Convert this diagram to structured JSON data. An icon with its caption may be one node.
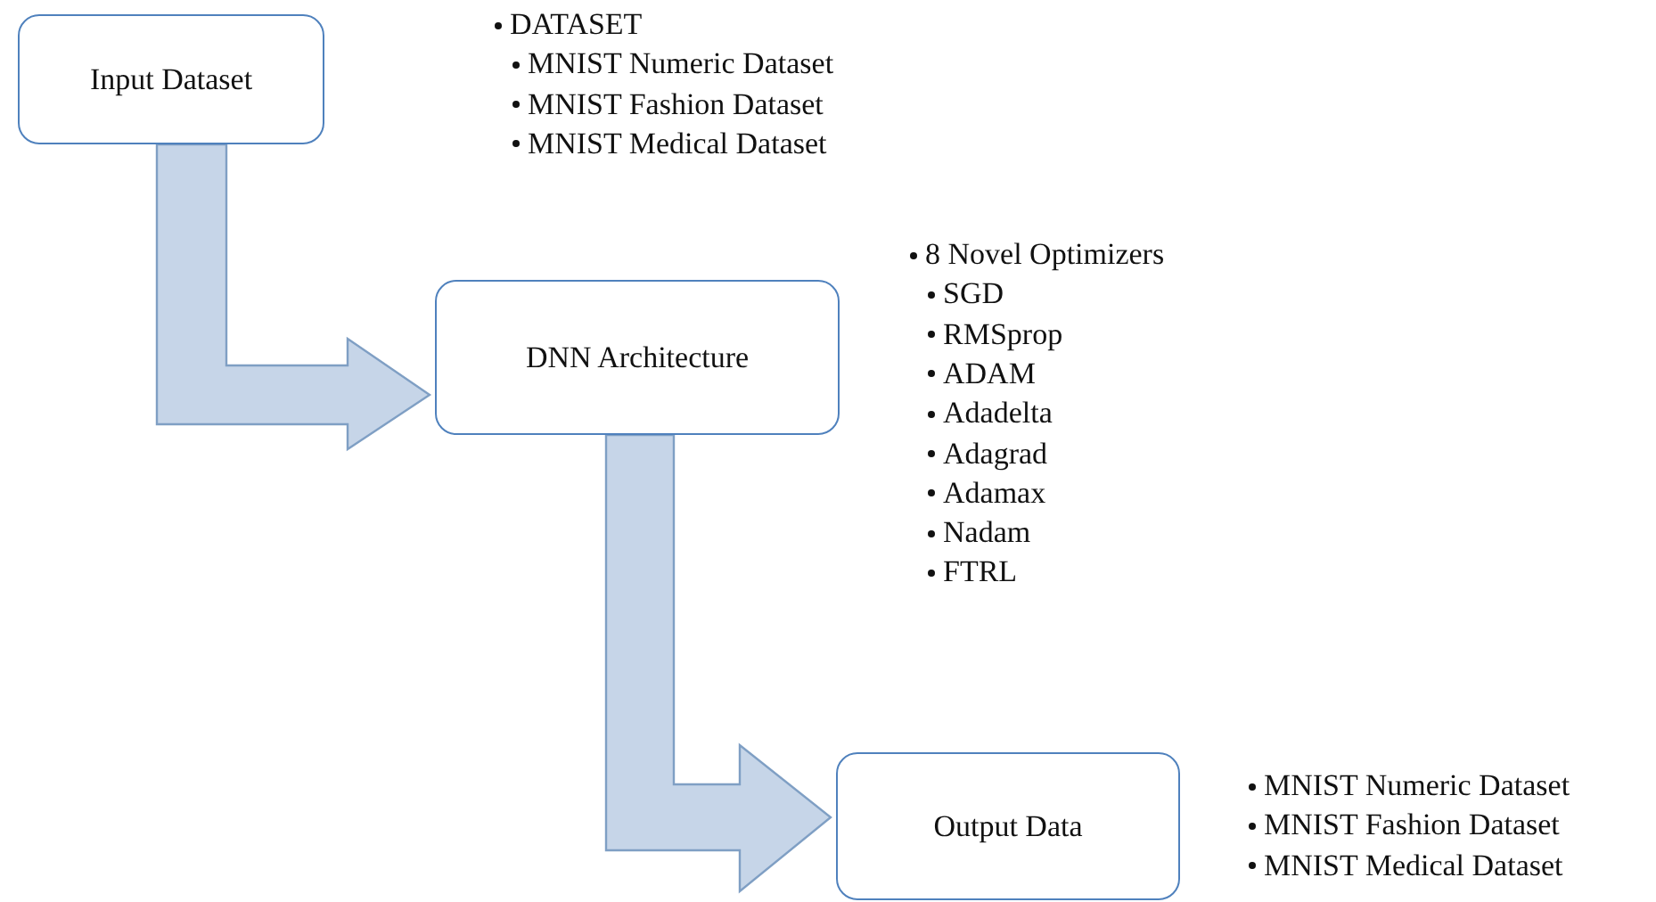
{
  "diagram": {
    "nodes": [
      {
        "text": [
          "Input Dataset"
        ],
        "beside": [
          "DATASET",
          "MNIST Numeric Dataset",
          "MNIST Fashion Dataset",
          "MNIST Medical Dataset"
        ]
      },
      {
        "text": [
          "DNN Architecture"
        ],
        "beside": [
          "8 Novel Optimizers",
          "SGD",
          "RMSprop",
          "ADAM",
          "Adadelta",
          "Adagrad",
          "Adamax",
          "Nadam",
          "FTRL"
        ]
      },
      {
        "text": [
          "Output Data"
        ],
        "beside": [
          "MNIST Numeric Dataset",
          "MNIST Fashion Dataset",
          "MNIST Medical Dataset"
        ]
      }
    ],
    "edges": [
      {
        "from": 0,
        "to": 1,
        "arrow": "to"
      },
      {
        "from": 1,
        "to": 2,
        "arrow": "to"
      }
    ]
  }
}
